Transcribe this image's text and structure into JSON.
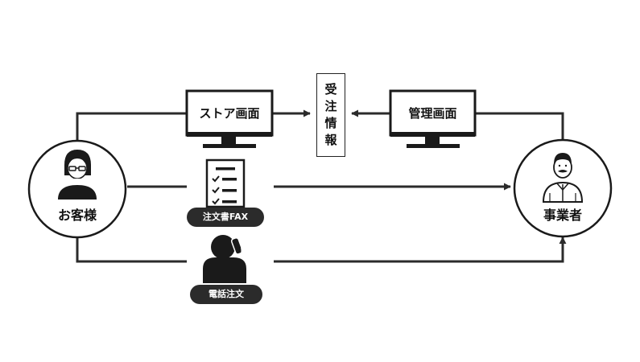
{
  "nodes": {
    "store_screen": "ストア画面",
    "admin_screen": "管理画面",
    "order_info": [
      "受",
      "注",
      "情",
      "報"
    ],
    "customer": "お客様",
    "business": "事業者",
    "fax_order": "注文書FAX",
    "phone_order": "電話注文"
  },
  "icons": [
    "monitor-icon",
    "order-form-icon",
    "phone-caller-icon",
    "customer-avatar-icon",
    "business-avatar-icon"
  ],
  "colors": {
    "line": "#2b2b2b",
    "pill_bg": "#2b2b2b",
    "pill_text": "#ffffff",
    "background": "#ffffff"
  }
}
